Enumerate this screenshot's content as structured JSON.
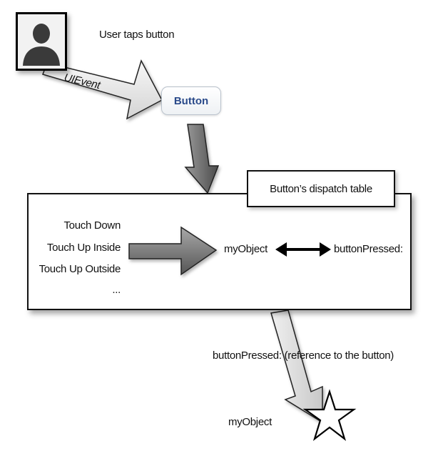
{
  "caption": "User taps button",
  "event_label": "UIEvent",
  "button_label": "Button",
  "dispatch_table": {
    "title": "Button’s dispatch table",
    "events": [
      "Touch Down",
      "Touch Up Inside",
      "Touch Up Outside",
      "..."
    ],
    "target": "myObject",
    "action": "buttonPressed:"
  },
  "message_label": "buttonPressed: (reference to the button)",
  "receiver_label": "myObject",
  "icons": {
    "user": "user-silhouette-icon",
    "target": "star-icon"
  },
  "colors": {
    "arrow_light": "#e6e6e6",
    "arrow_dark": "#6e6e6e",
    "button_text": "#2a4a8a"
  }
}
